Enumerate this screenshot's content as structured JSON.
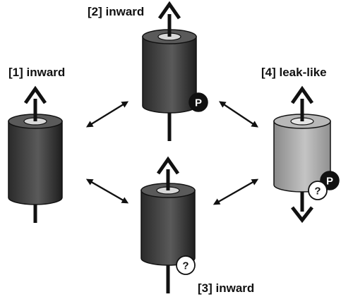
{
  "labels": {
    "channel1": "[1] inward",
    "channel2": "[2] inward",
    "channel3": "[3] inward",
    "channel4": "[4] leak-like"
  },
  "badges": {
    "phospho": "P",
    "unknown": "?"
  },
  "colors": {
    "dark_cylinder": "#3a3a3a",
    "light_cylinder": "#a8a8a8",
    "arrow": "#111111",
    "phospho_badge_fill": "#111111",
    "unknown_badge_fill": "#ffffff"
  }
}
